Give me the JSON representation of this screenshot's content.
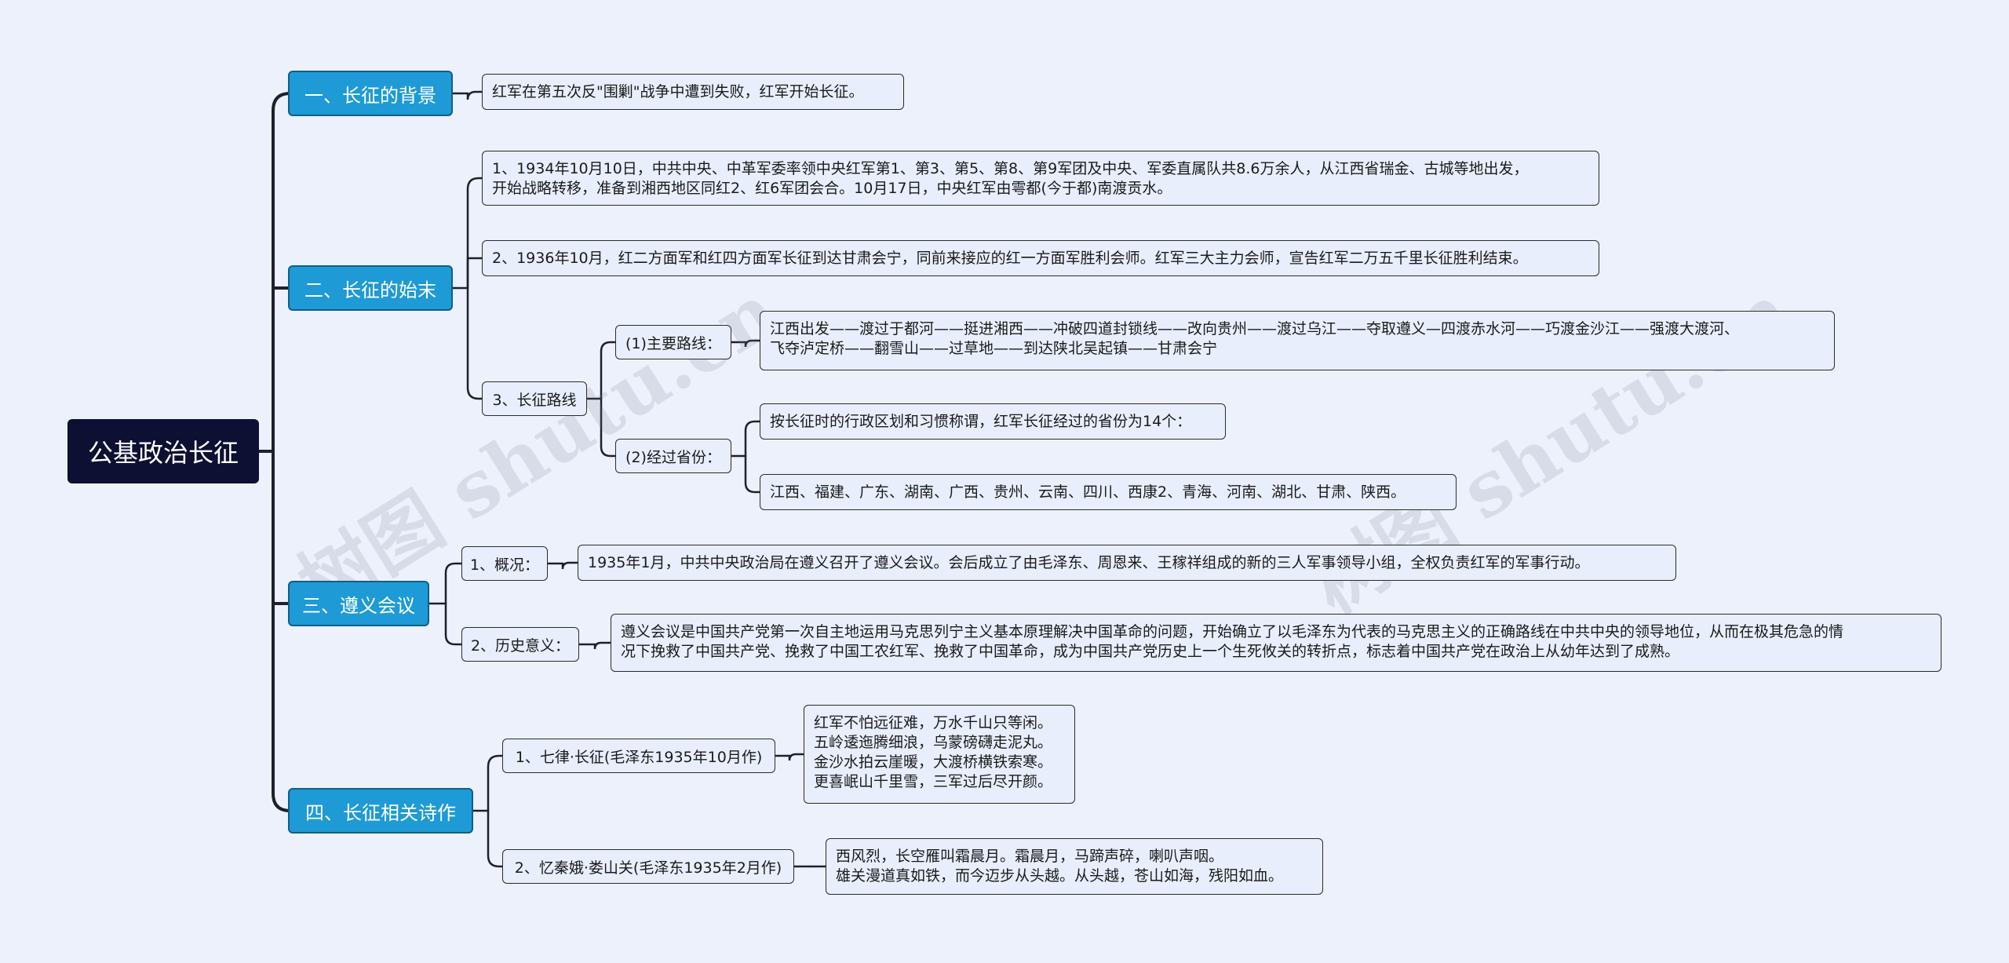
{
  "root": "公基政治长征",
  "watermark": "树图 shutu.cn",
  "sections": {
    "background": {
      "label": "一、长征的背景",
      "text": "红军在第五次反\"围剿\"战争中遭到失败，红军开始长征。"
    },
    "course": {
      "label": "二、长征的始末",
      "item1": "1、1934年10月10日，中共中央、中革军委率领中央红军第1、第3、第5、第8、第9军团及中央、军委直属队共8.6万余人，从江西省瑞金、古城等地出发，\n开始战略转移，准备到湘西地区同红2、红6军团会合。10月17日，中央红军由雩都(今于都)南渡贡水。",
      "item2": "2、1936年10月，红二方面军和红四方面军长征到达甘肃会宁，同前来接应的红一方面军胜利会师。红军三大主力会师，宣告红军二万五千里长征胜利结束。",
      "route_label": "3、长征路线",
      "main_route_label": "(1)主要路线：",
      "main_route_text": "江西出发——渡过于都河——挺进湘西——冲破四道封锁线——改向贵州——渡过乌江——夺取遵义—四渡赤水河——巧渡金沙江——强渡大渡河、\n飞夺泸定桥——翻雪山——过草地——到达陕北吴起镇——甘肃会宁",
      "provinces_label": "(2)经过省份：",
      "provinces_intro": "按长征时的行政区划和习惯称谓，红军长征经过的省份为14个：",
      "provinces_list": "江西、福建、广东、湖南、广西、贵州、云南、四川、西康2、青海、河南、湖北、甘肃、陕西。"
    },
    "zunyi": {
      "label": "三、遵义会议",
      "overview_label": "1、概况：",
      "overview_text": "1935年1月，中共中央政治局在遵义召开了遵义会议。会后成立了由毛泽东、周恩来、王稼祥组成的新的三人军事领导小组，全权负责红军的军事行动。",
      "meaning_label": "2、历史意义：",
      "meaning_text": "遵义会议是中国共产党第一次自主地运用马克思列宁主义基本原理解决中国革命的问题，开始确立了以毛泽东为代表的马克思主义的正确路线在中共中央的领导地位，从而在极其危急的情\n况下挽救了中国共产党、挽救了中国工农红军、挽救了中国革命，成为中国共产党历史上一个生死攸关的转折点，标志着中国共产党在政治上从幼年达到了成熟。"
    },
    "poems": {
      "label": "四、长征相关诗作",
      "poem1_title": "1、七律·长征(毛泽东1935年10月作)",
      "poem1_text": "红军不怕远征难，万水千山只等闲。\n五岭逶迤腾细浪，乌蒙磅礴走泥丸。\n金沙水拍云崖暖，大渡桥横铁索寒。\n更喜岷山千里雪，三军过后尽开颜。",
      "poem2_title": "2、忆秦娥·娄山关(毛泽东1935年2月作)",
      "poem2_text": "西风烈，长空雁叫霜晨月。霜晨月，马蹄声碎，喇叭声咽。\n雄关漫道真如铁，而今迈步从头越。从头越，苍山如海，残阳如血。"
    }
  },
  "colors": {
    "background": "#edf1fb",
    "root_fill": "#0d1033",
    "branch_fill": "#1e9ad6",
    "leaf_fill": "#e8eefc",
    "line": "#1f1f2e"
  }
}
